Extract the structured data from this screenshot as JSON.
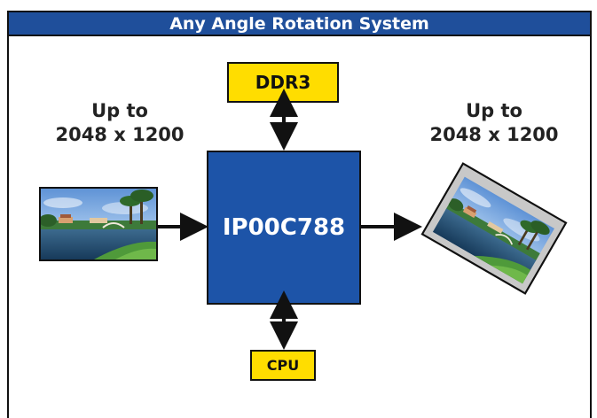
{
  "title": "Any Angle Rotation System",
  "input_resolution": "Up to\n2048 x 1200",
  "output_resolution": "Up to\n2048 x 1200",
  "memory_block": "DDR3",
  "processor_block": "IP00C788",
  "cpu_block": "CPU",
  "colors": {
    "title_bar": "#1f4f9b",
    "processor": "#1d54a8",
    "peripheral": "#ffdd00"
  },
  "icons": {
    "input_image": "landscape-photo-icon",
    "output_image": "rotated-landscape-photo-icon"
  }
}
